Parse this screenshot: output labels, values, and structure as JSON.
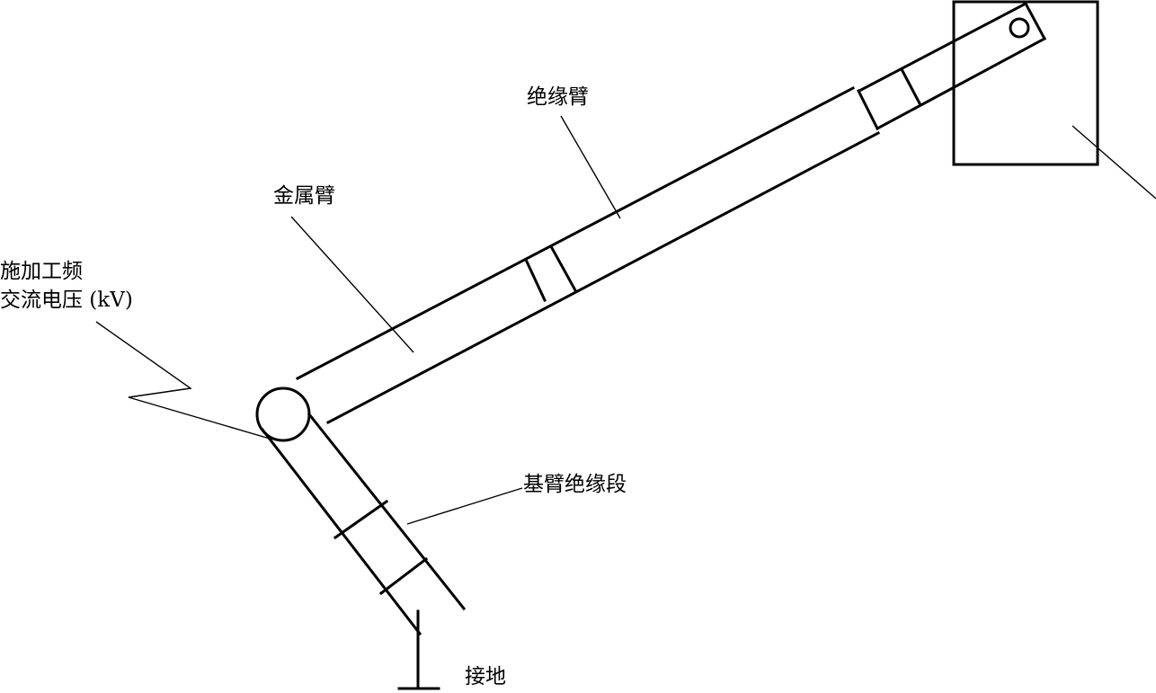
{
  "labels": {
    "insulating_arm": "绝缘臂",
    "metal_arm": "金属臂",
    "applied_voltage_line1": "施加工频",
    "applied_voltage_line2": "交流电压 (kV)",
    "base_arm_insulating_section": "基臂绝缘段",
    "ground": "接地"
  },
  "colors": {
    "stroke": "#000000",
    "background": "#ffffff"
  }
}
